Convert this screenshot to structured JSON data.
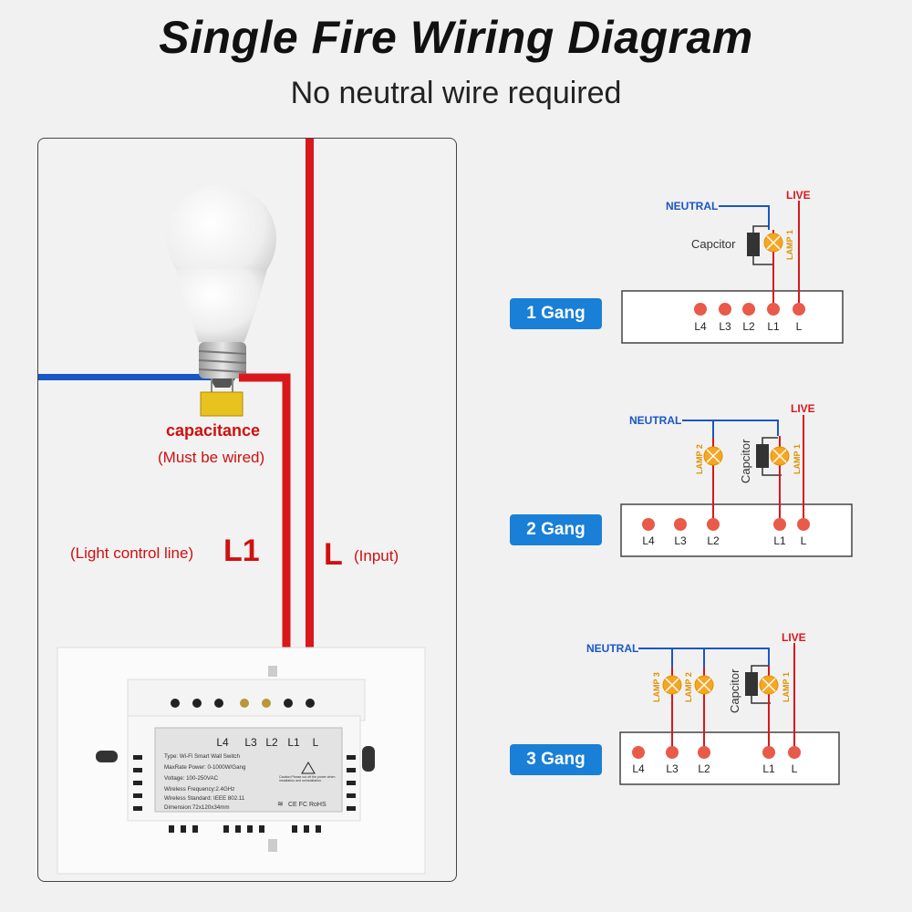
{
  "header": {
    "title": "Single Fire Wiring Diagram",
    "subtitle": "No neutral wire required"
  },
  "main_diagram": {
    "capacitance_label": "capacitance",
    "capacitance_note": "(Must be wired)",
    "l1_label": "L1",
    "l1_note": "(Light control line)",
    "l_label": "L",
    "l_note": "(Input)",
    "switch_terminals": [
      "L4",
      "L3",
      "L2",
      "L1",
      "L"
    ],
    "spec_lines": [
      "Type: Wi-Fi Smart Wall Switch",
      "MaxRate Power: 0-1000W/Gang",
      "Voltage: 100-250VAC",
      "Wireless Frequency:2.4GHz",
      "Wireless Standard: IEEE 802.11",
      "Dimension:72x120x34mm"
    ],
    "caution_text": "Caution:Please cut off the power when installation and uninstallation.",
    "cert_marks": "CE FC RoHS"
  },
  "gangs": [
    {
      "label": "1 Gang",
      "neutral": "NEUTRAL",
      "live": "LIVE",
      "capacitor": "Capcitor",
      "lamps": [
        "LAMP 1"
      ],
      "terminals": [
        "L4",
        "L3",
        "L2",
        "L1",
        "L"
      ]
    },
    {
      "label": "2 Gang",
      "neutral": "NEUTRAL",
      "live": "LIVE",
      "capacitor": "Capcitor",
      "lamps": [
        "LAMP 2",
        "LAMP 1"
      ],
      "terminals": [
        "L4",
        "L3",
        "L2",
        "L1",
        "L"
      ]
    },
    {
      "label": "3 Gang",
      "neutral": "NEUTRAL",
      "live": "LIVE",
      "capacitor": "Capcitor",
      "lamps": [
        "LAMP 3",
        "LAMP 2",
        "LAMP 1"
      ],
      "terminals": [
        "L4",
        "L3",
        "L2",
        "L1",
        "L"
      ]
    }
  ],
  "colors": {
    "live": "#d9181c",
    "neutral": "#1a56c4",
    "terminal": "#e85a4a",
    "lamp": "#f5a623",
    "gang_button": "#1a7fd6",
    "label_red": "#d01010"
  }
}
